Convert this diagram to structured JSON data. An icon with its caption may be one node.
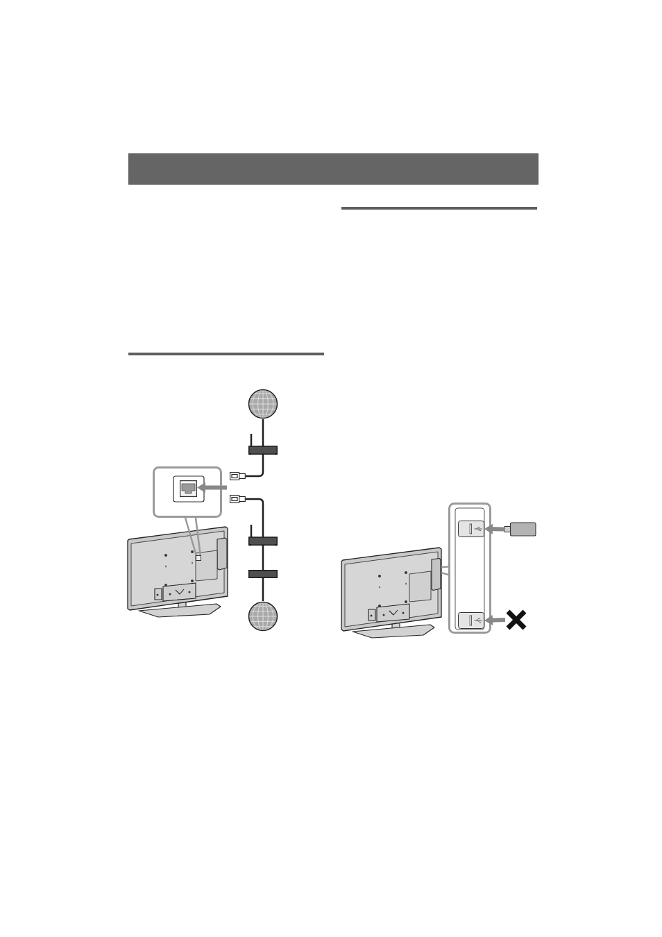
{
  "diagram": {
    "nodes": [
      {
        "text": [],
        "shape": "picture"
      },
      {
        "text": [],
        "shape": "picture"
      },
      {
        "text": [],
        "shape": "box"
      },
      {
        "text": [],
        "shape": "box",
        "in": 2
      },
      {
        "text": [],
        "shape": "picture"
      },
      {
        "text": [],
        "shape": "picture"
      },
      {
        "text": [],
        "shape": "picture"
      },
      {
        "text": [],
        "shape": "box"
      },
      {
        "text": [],
        "shape": "picture"
      },
      {
        "text": [],
        "shape": "box",
        "in": 8
      },
      {
        "text": [],
        "shape": "picture"
      },
      {
        "text": [],
        "shape": "box"
      },
      {
        "text": [],
        "shape": "box",
        "in": 11
      },
      {
        "text": [],
        "shape": "box"
      },
      {
        "text": [],
        "shape": "picture"
      },
      {
        "text": [],
        "shape": "box",
        "in": 14
      },
      {
        "text": [],
        "shape": "box",
        "in": 11
      },
      {
        "text": [],
        "shape": "picture"
      }
    ],
    "edges": [
      {
        "from": 0,
        "to": 1,
        "arrow": "none"
      },
      {
        "from": 1,
        "to": 4,
        "arrow": "none"
      },
      {
        "from": 4,
        "to": 3,
        "arrow": "to",
        "style": "thick",
        "color": "#888888"
      },
      {
        "from": 5,
        "to": 3,
        "arrow": "to",
        "style": "thick",
        "color": "#888888"
      },
      {
        "from": 5,
        "to": 6,
        "arrow": "none"
      },
      {
        "from": 6,
        "to": 7,
        "arrow": "none"
      },
      {
        "from": 7,
        "to": 10,
        "arrow": "none"
      },
      {
        "from": 2,
        "to": 9,
        "arrow": "none",
        "color": "#999999"
      },
      {
        "from": 13,
        "to": 12,
        "arrow": "to",
        "style": "thick",
        "color": "#888888"
      },
      {
        "from": 11,
        "to": 15,
        "arrow": "none",
        "color": "#999999"
      },
      {
        "from": 17,
        "to": 16,
        "arrow": "to",
        "style": "thick",
        "color": "#888888"
      }
    ]
  }
}
